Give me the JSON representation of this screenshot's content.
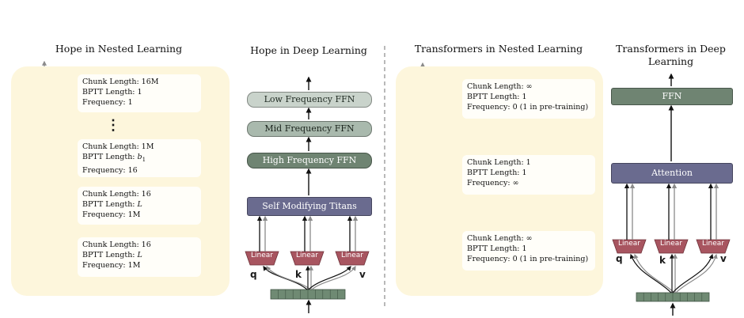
{
  "titles": {
    "hope_nested": "Hope in Nested Learning",
    "hope_deep": "Hope in Deep Learning",
    "transformers_nested": "Transformers in Nested Learning",
    "transformers_deep_line1": "Transformers in Deep",
    "transformers_deep_line2": "Learning"
  },
  "hope_nested_cards": [
    {
      "chunk": "Chunk Length: 16M",
      "bptt": "BPTT Length: 1",
      "freq": "Frequency: 1"
    },
    {
      "chunk": "Chunk Length: 1M",
      "bptt_prefix": "BPTT Length: ",
      "bptt_var": "b",
      "bptt_sub": "1",
      "freq": "Frequency: 16"
    },
    {
      "chunk": "Chunk Length: 16",
      "bptt_prefix": "BPTT Length: ",
      "bptt_var": "L",
      "freq": "Frequency: 1M"
    },
    {
      "chunk": "Chunk Length: 16",
      "bptt_prefix": "BPTT Length: ",
      "bptt_var": "L",
      "freq": "Frequency: 1M"
    }
  ],
  "ellipsis": "⋮",
  "hope_deep": {
    "low": "Low Frequency FFN",
    "mid": "Mid Frequency FFN",
    "high": "High Frequency FFN",
    "titans": "Self Modifying Titans",
    "linear": "Linear",
    "q": "q",
    "k": "k",
    "v": "v"
  },
  "transformers_nested_cards": [
    {
      "chunk": "Chunk Length: ∞",
      "bptt": "BPTT Length: 1",
      "freq": "Frequency: 0 (1 in pre-training)"
    },
    {
      "chunk": "Chunk Length: 1",
      "bptt": "BPTT Length: 1",
      "freq": "Frequency: ∞"
    },
    {
      "chunk": "Chunk Length: ∞",
      "bptt": "BPTT Length: 1",
      "freq": "Frequency: 0 (1 in pre-training)"
    }
  ],
  "transformers_deep": {
    "ffn": "FFN",
    "attention": "Attention",
    "linear": "Linear",
    "q": "q",
    "k": "k",
    "v": "v"
  },
  "colors": {
    "panel": "#fdf6dc",
    "linear": "#a85560",
    "titans": "#6a6b8f",
    "ffn_dark": "#6f8472",
    "token_strip": "#6f8a73"
  }
}
